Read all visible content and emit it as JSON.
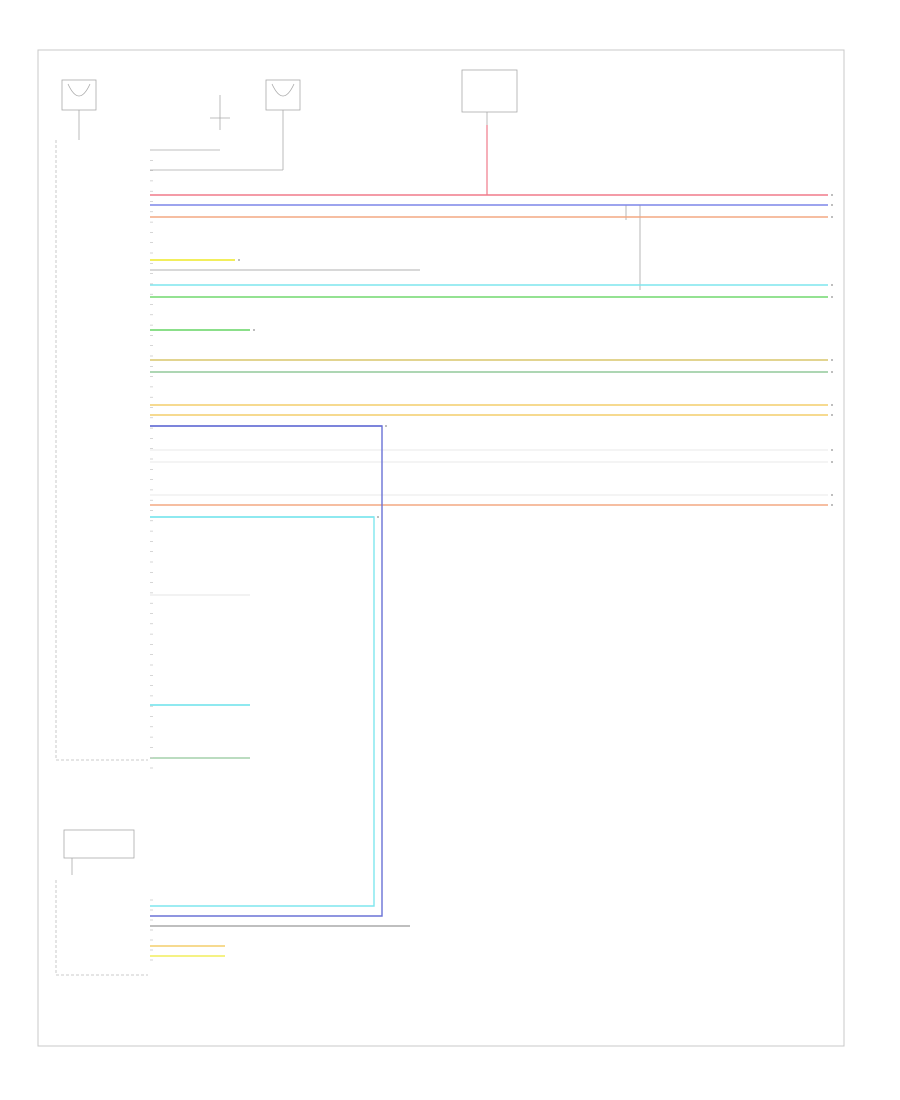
{
  "diagram": {
    "wire_colors": {
      "red": "#f07a8a",
      "blue": "#7d86e8",
      "orange": "#f3a882",
      "yellow": "#f2ee5c",
      "cyan": "#7fe6ee",
      "green": "#71d86f",
      "olive": "#d9c56c",
      "dark_green": "#92c89a",
      "amber": "#f4cd6b",
      "light_gray": "#e2e2e2",
      "navy": "#6a72d6"
    },
    "wires": [
      {
        "color": "red",
        "label_left": "",
        "label_right": ""
      },
      {
        "color": "blue",
        "label_left": "",
        "label_right": ""
      },
      {
        "color": "orange",
        "label_left": "",
        "label_right": ""
      },
      {
        "color": "yellow",
        "label_left": "",
        "label_right": ""
      },
      {
        "color": "cyan",
        "label_left": "",
        "label_right": ""
      },
      {
        "color": "green",
        "label_left": "",
        "label_right": ""
      },
      {
        "color": "green",
        "label_left": "",
        "label_right": ""
      },
      {
        "color": "olive",
        "label_left": "",
        "label_right": ""
      },
      {
        "color": "dark_green",
        "label_left": "",
        "label_right": ""
      },
      {
        "color": "amber",
        "label_left": "",
        "label_right": ""
      },
      {
        "color": "amber",
        "label_left": "",
        "label_right": ""
      },
      {
        "color": "light_gray",
        "label_left": "",
        "label_right": ""
      },
      {
        "color": "light_gray",
        "label_left": "",
        "label_right": ""
      },
      {
        "color": "light_gray",
        "label_left": "",
        "label_right": ""
      },
      {
        "color": "orange",
        "label_left": "",
        "label_right": ""
      },
      {
        "color": "cyan",
        "label_left": "",
        "label_right": ""
      },
      {
        "color": "navy",
        "label_left": "",
        "label_right": ""
      }
    ]
  }
}
